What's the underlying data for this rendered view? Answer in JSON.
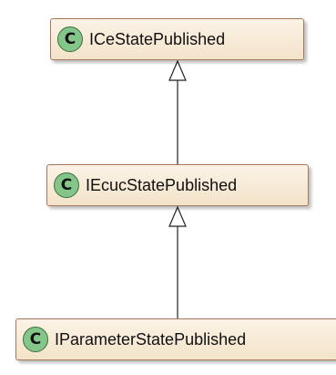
{
  "diagram": {
    "classes": [
      {
        "stereotype": "C",
        "name": "ICeStatePublished"
      },
      {
        "stereotype": "C",
        "name": "IEcucStatePublished"
      },
      {
        "stereotype": "C",
        "name": "IParameterStatePublished"
      }
    ],
    "relations": [
      {
        "from": "IEcucStatePublished",
        "to": "ICeStatePublished",
        "kind": "inheritance"
      },
      {
        "from": "IParameterStatePublished",
        "to": "IEcucStatePublished",
        "kind": "inheritance"
      }
    ]
  }
}
